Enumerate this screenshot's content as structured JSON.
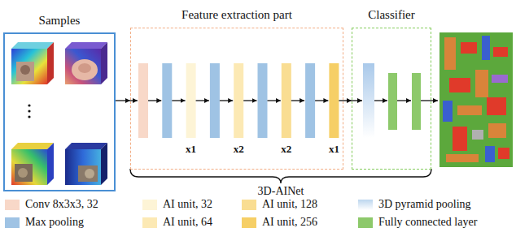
{
  "diagram": {
    "nodes": [
      {
        "text": [
          "Samples"
        ]
      },
      {
        "text": [
          "Feature extraction part"
        ]
      },
      {
        "text": [
          "Classifier"
        ]
      }
    ],
    "edges": [
      {
        "from": 0,
        "to": 1,
        "arrow": "to"
      },
      {
        "from": 1,
        "to": 2,
        "arrow": "to"
      }
    ],
    "labels": [
      "x1",
      "x2",
      "x2",
      "x1",
      "3D-AINet"
    ],
    "legend": [
      {
        "text": "Conv 8x3x3, 32",
        "color": "#f8d8c8"
      },
      {
        "text": "AI unit, 32",
        "color": "#fdf4d6"
      },
      {
        "text": "AI unit, 128",
        "color": "#f9dd92"
      },
      {
        "text": "3D pyramid pooling",
        "color": "#bcd6ee"
      },
      {
        "text": "Max pooling",
        "color": "#9fc3e4"
      },
      {
        "text": "AI unit, 64",
        "color": "#fce9b4"
      },
      {
        "text": "AI unit, 256",
        "color": "#f6cf66"
      },
      {
        "text": "Fully connected layer",
        "color": "#8dc96b"
      }
    ]
  }
}
